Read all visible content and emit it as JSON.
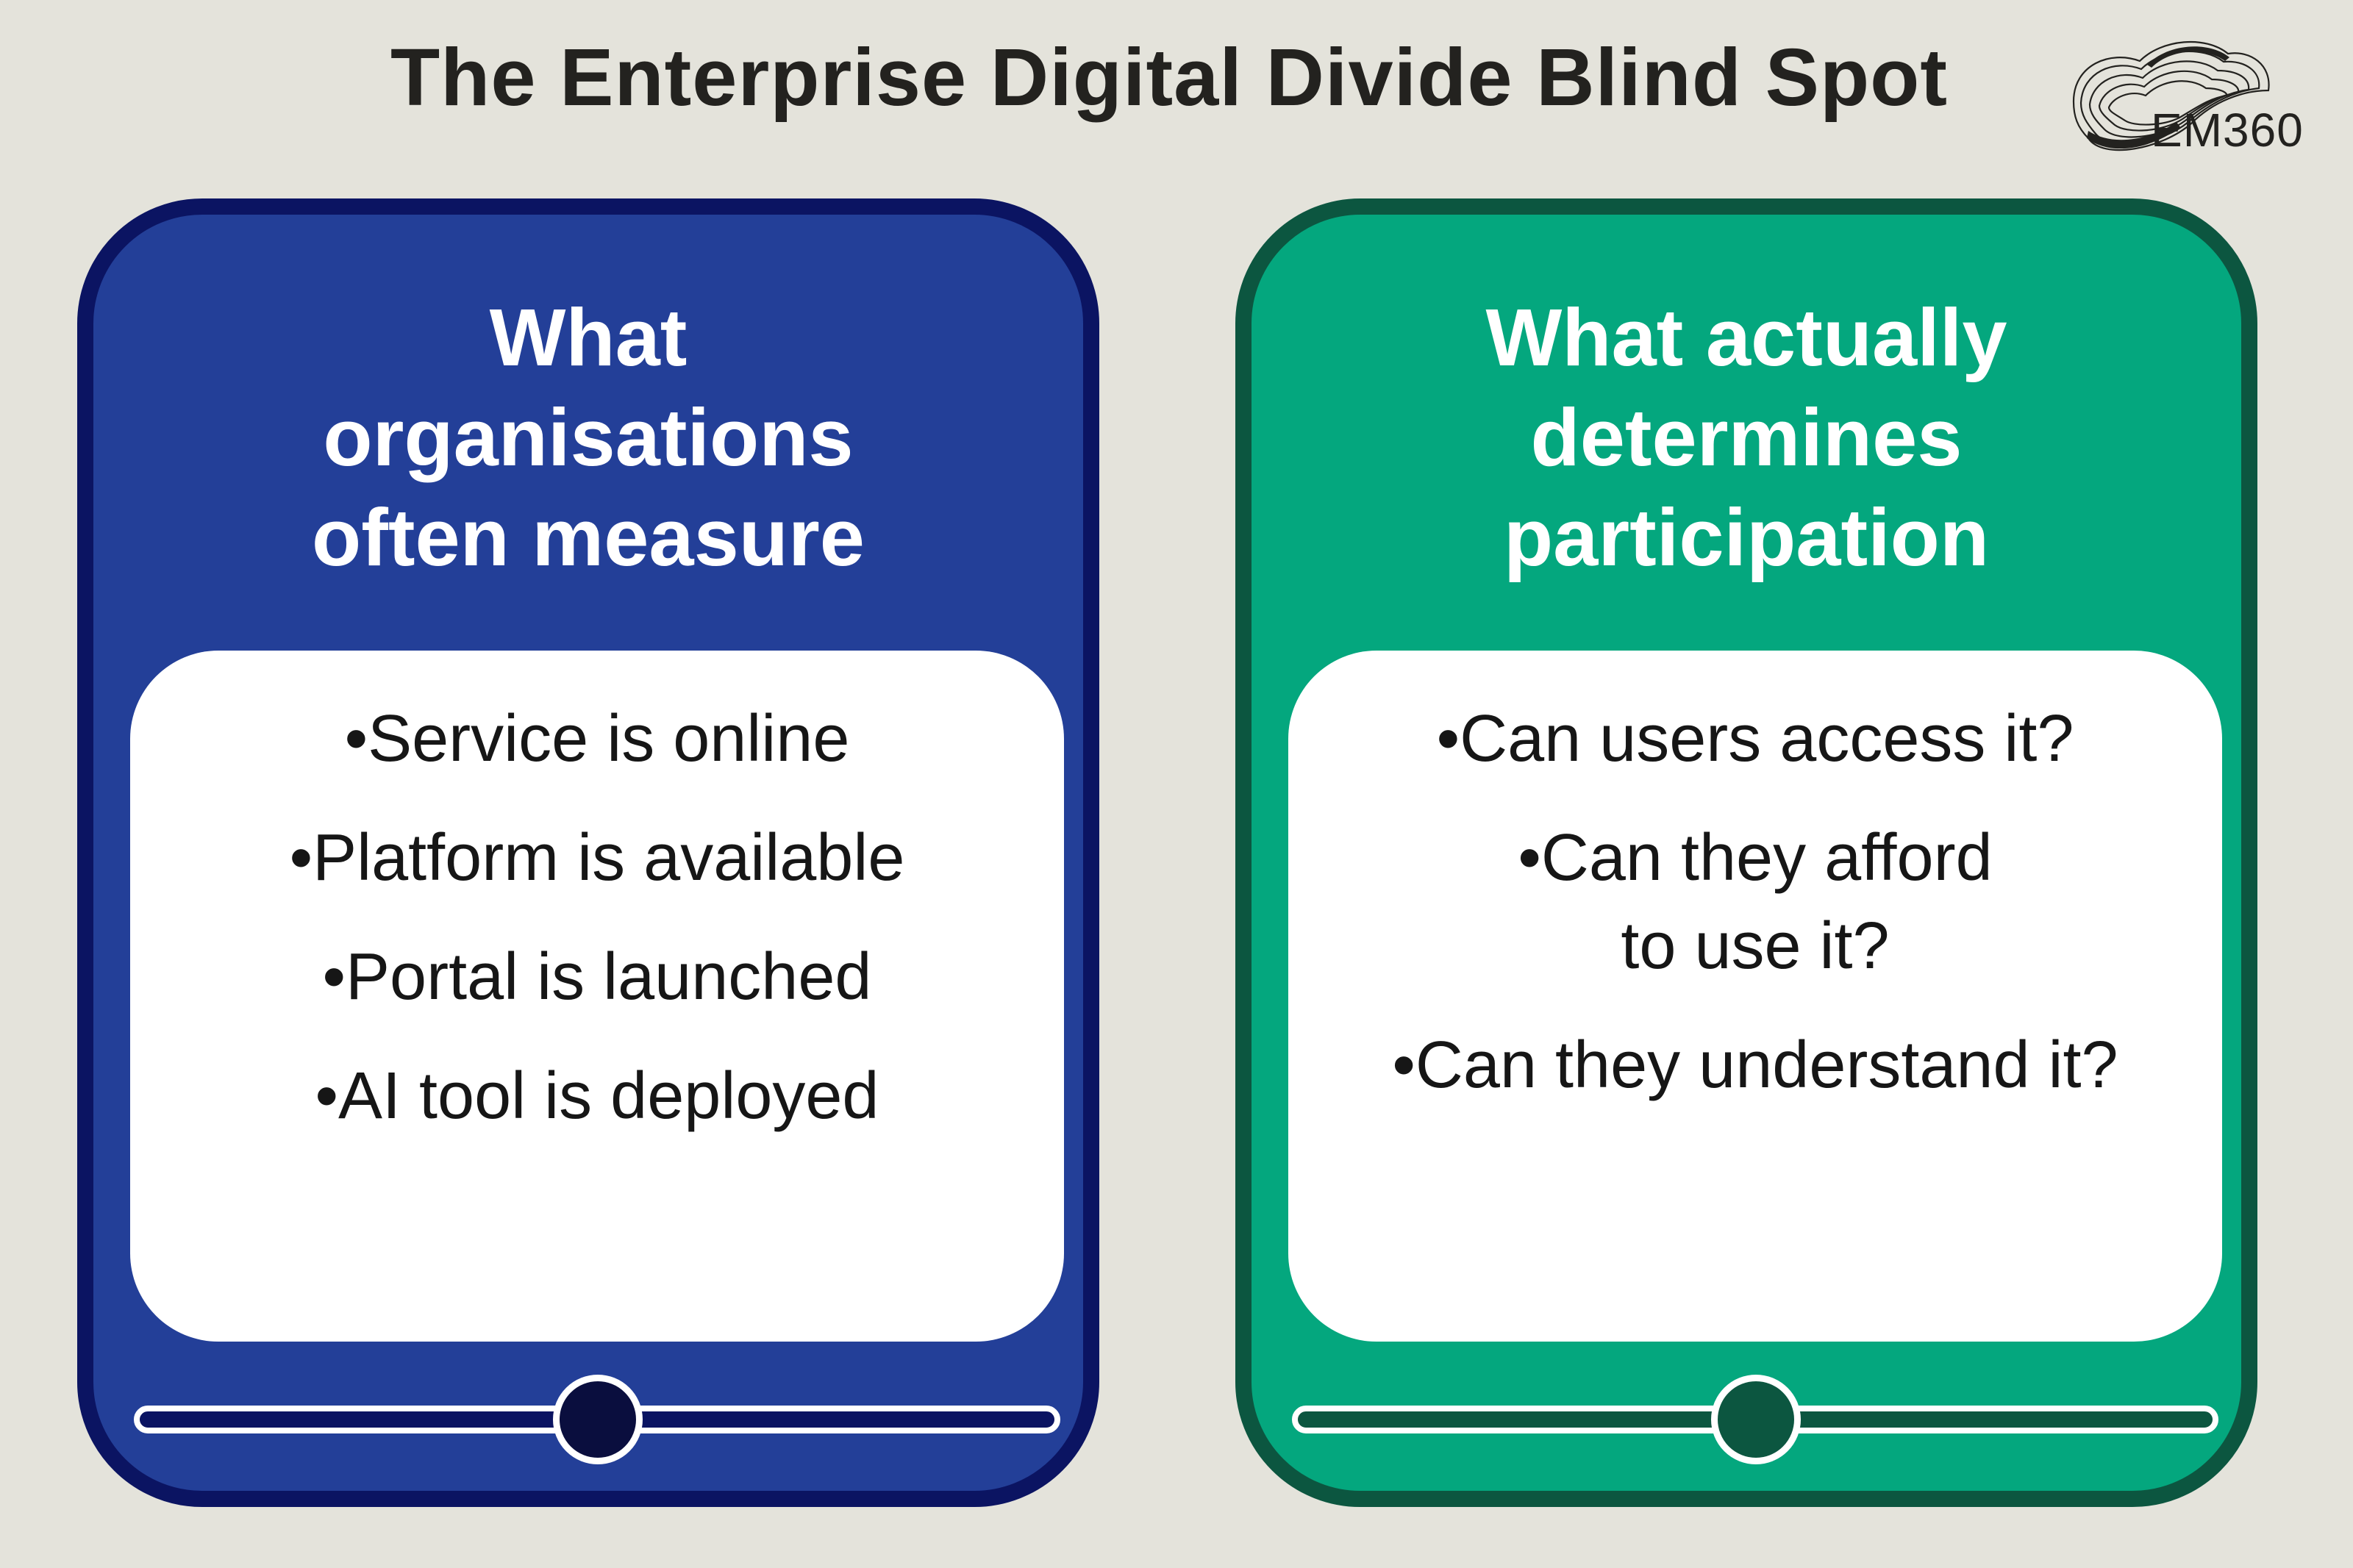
{
  "title": "The Enterprise Digital Divide Blind Spot",
  "logo": {
    "text": "EM360",
    "icon": "em360-swirl-logo"
  },
  "left_panel": {
    "heading_lines": [
      "What",
      "organisations",
      "often measure"
    ],
    "items": [
      "•Service is online",
      "•Platform is available",
      "•Portal is launched",
      "•AI tool is deployed"
    ],
    "colors": {
      "fill": "#233f98",
      "border": "#0b1462",
      "knob": "#0a0e3e"
    }
  },
  "right_panel": {
    "heading_lines": [
      "What actually",
      "determines",
      "participation"
    ],
    "items": [
      [
        "•Can users access it?"
      ],
      [
        "•Can they afford",
        "to use it?"
      ],
      [
        "•Can they understand it?"
      ]
    ],
    "colors": {
      "fill": "#04a77e",
      "border": "#0c5640",
      "knob": "#0c5640"
    }
  }
}
